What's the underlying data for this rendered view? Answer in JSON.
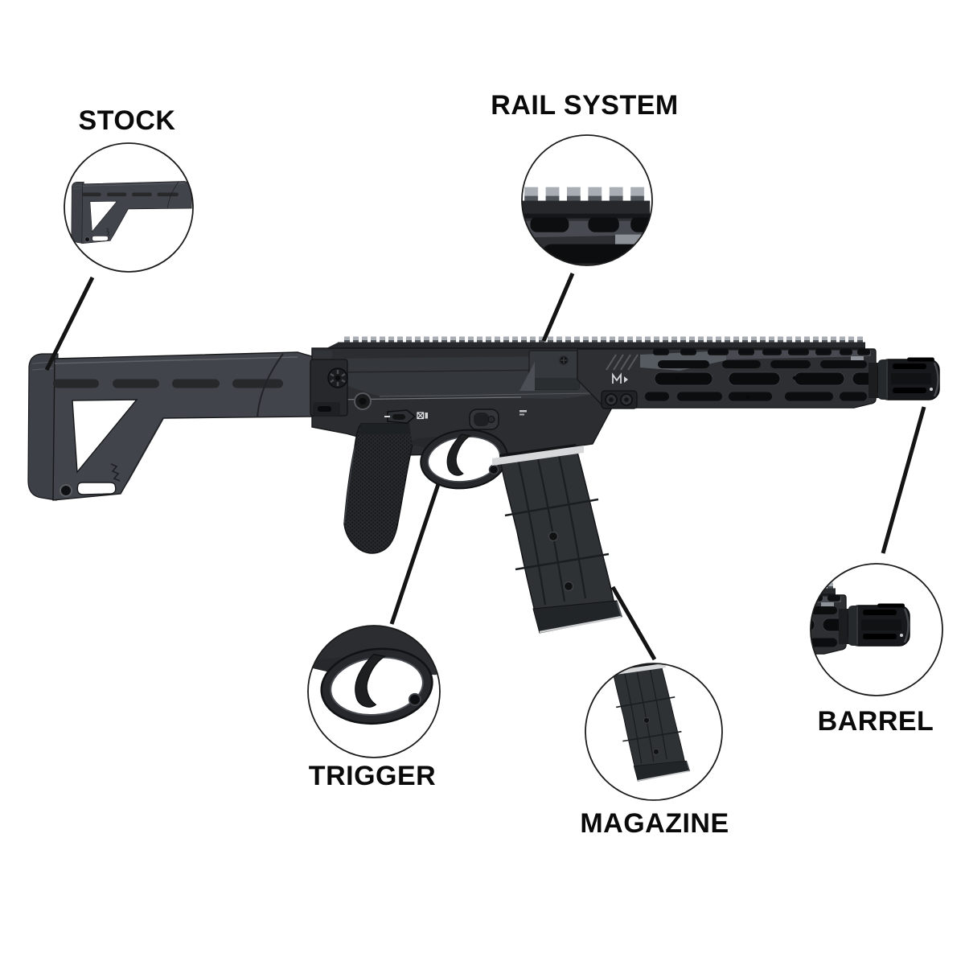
{
  "diagram": {
    "subject": "rifle-parts-callout-diagram",
    "background": "#ffffff"
  },
  "callouts": [
    {
      "id": "stock",
      "label": "STOCK"
    },
    {
      "id": "rail_system",
      "label": "RAIL SYSTEM"
    },
    {
      "id": "trigger",
      "label": "TRIGGER"
    },
    {
      "id": "magazine",
      "label": "MAGAZINE"
    },
    {
      "id": "barrel",
      "label": "BARREL"
    }
  ],
  "colors": {
    "text": "#0a0a0a",
    "leader_line": "#141414",
    "inset_circle_stroke": "#1c1c1c",
    "rifle_black": "#26282b",
    "receiver_gray": "#2b2d30",
    "stock_gray": "#41454b",
    "silver_highlight": "#d6d8da"
  }
}
